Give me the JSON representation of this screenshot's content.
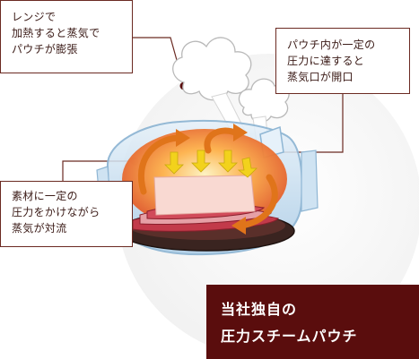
{
  "callouts": {
    "heating": "レンジで\n加熱すると蒸気で\nパウチが膨張",
    "pressure": "パウチ内が一定の\n圧力に達すると\n蒸気口が開口",
    "steam_flow": "素材に一定の\n圧力をかけながら\n蒸気が対流"
  },
  "title": {
    "line1": "当社独自の",
    "line2": "圧力スチームパウチ"
  },
  "colors": {
    "accent": "#5a0d0d",
    "callout_border": "#6b2a22",
    "steam_arrow": "#e0741a",
    "heat_arrow": "#f2d21c",
    "meat": "#c23a4a",
    "pouch": "#bcd8ec"
  },
  "icons": [
    "steam-cloud-icon",
    "steam-flow-arrow-icon",
    "heat-arrow-icon"
  ]
}
